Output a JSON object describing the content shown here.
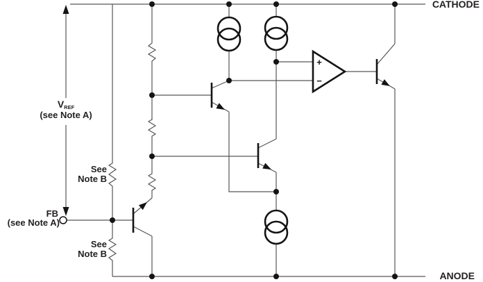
{
  "terminals": {
    "cathode": "CATHODE",
    "anode": "ANODE",
    "fb": {
      "label": "FB",
      "note": "(see Note A)"
    }
  },
  "reference": {
    "symbol": "V",
    "subscript": "REF",
    "note": "(see Note A)"
  },
  "notes": {
    "upper": {
      "line1": "See",
      "line2": "Note B"
    },
    "lower": {
      "line1": "See",
      "line2": "Note B"
    }
  },
  "opamp": {
    "plus": "+",
    "minus": "−"
  },
  "colors": {
    "wire": "#565656",
    "symbol": "#141414",
    "text": "#231f20",
    "background": "#ffffff"
  }
}
